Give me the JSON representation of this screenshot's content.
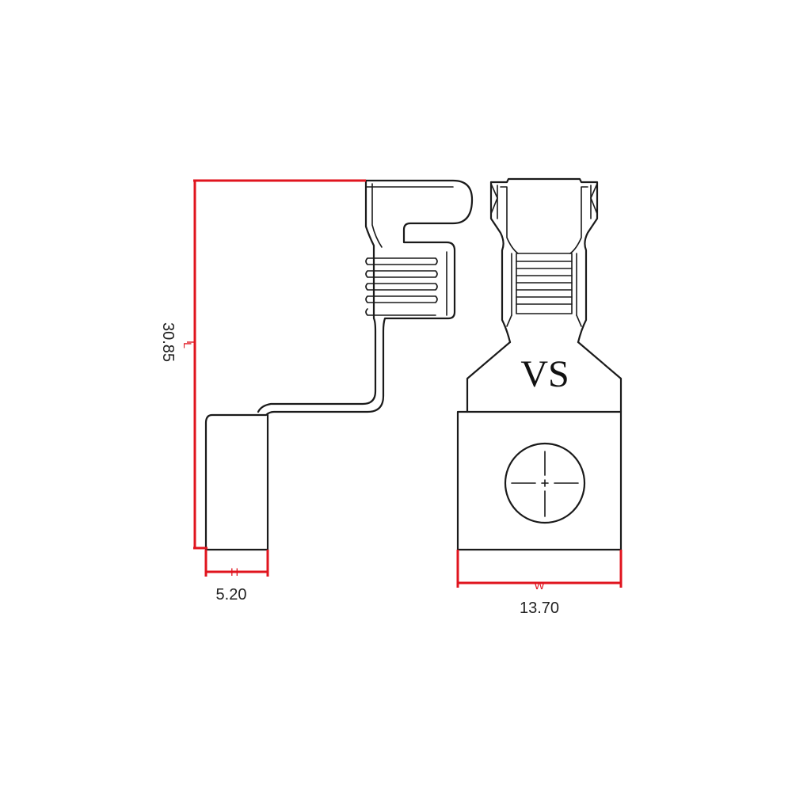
{
  "colors": {
    "outline": "#1a1a1a",
    "dimension": "#e0141e",
    "background": "#ffffff"
  },
  "part": {
    "marking": "VS"
  },
  "dimensions": {
    "length": {
      "letter": "L",
      "value": "30.85"
    },
    "height": {
      "letter": "H",
      "value": "5.20"
    },
    "width": {
      "letter": "W",
      "value": "13.70"
    }
  }
}
